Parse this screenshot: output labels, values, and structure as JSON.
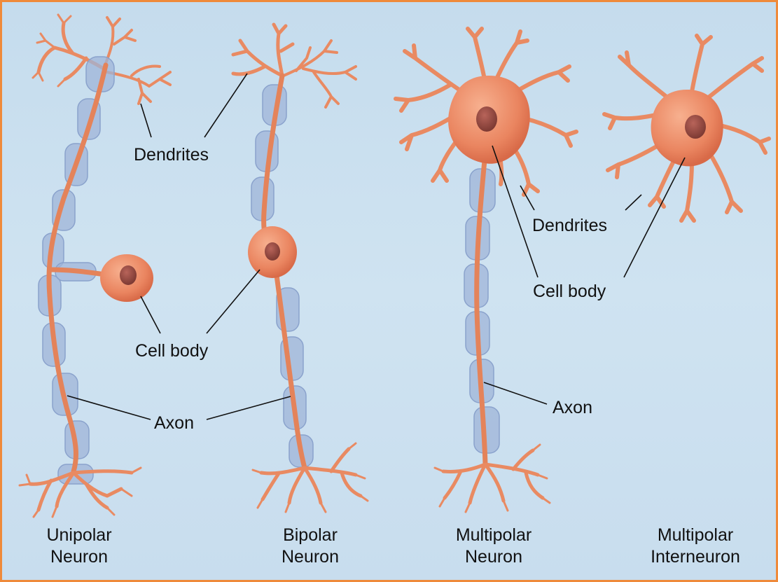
{
  "labels": {
    "unipolar_dendrites": "Dendrites",
    "left_cell_body": "Cell body",
    "left_axon": "Axon",
    "right_dendrites": "Dendrites",
    "right_cell_body": "Cell body",
    "right_axon": "Axon"
  },
  "captions": {
    "unipolar": [
      "Unipolar",
      "Neuron"
    ],
    "bipolar": [
      "Bipolar",
      "Neuron"
    ],
    "multipolar": [
      "Multipolar",
      "Neuron"
    ],
    "interneuron": [
      "Multipolar",
      "Interneuron"
    ]
  },
  "colors": {
    "border": "#ef8a3a",
    "background": "#c8ddee",
    "neuron": "#e98a62",
    "cell_body": "#ef8a6c",
    "nucleus": "#9a4a3e",
    "myelin": "#9fb4d8",
    "label_line": "#111111"
  }
}
